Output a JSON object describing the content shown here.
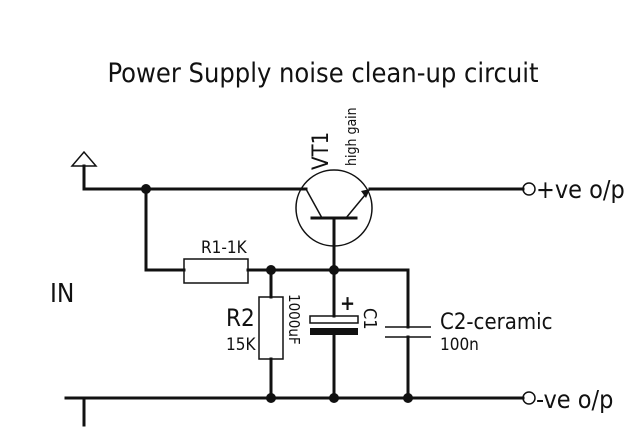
{
  "title": "Power Supply noise clean-up circuit",
  "labels": {
    "input": "IN",
    "pos_out": "+ve o/p",
    "neg_out": "-ve o/p",
    "transistor_name": "VT1",
    "transistor_note": "high gain",
    "r1": "R1-1K",
    "r2_name": "R2",
    "r2_value": "15K",
    "c1_value": "1000uF",
    "c1_plus": "+",
    "c1_name": "C1",
    "c2_name": "C2-ceramic",
    "c2_value": "100n"
  }
}
